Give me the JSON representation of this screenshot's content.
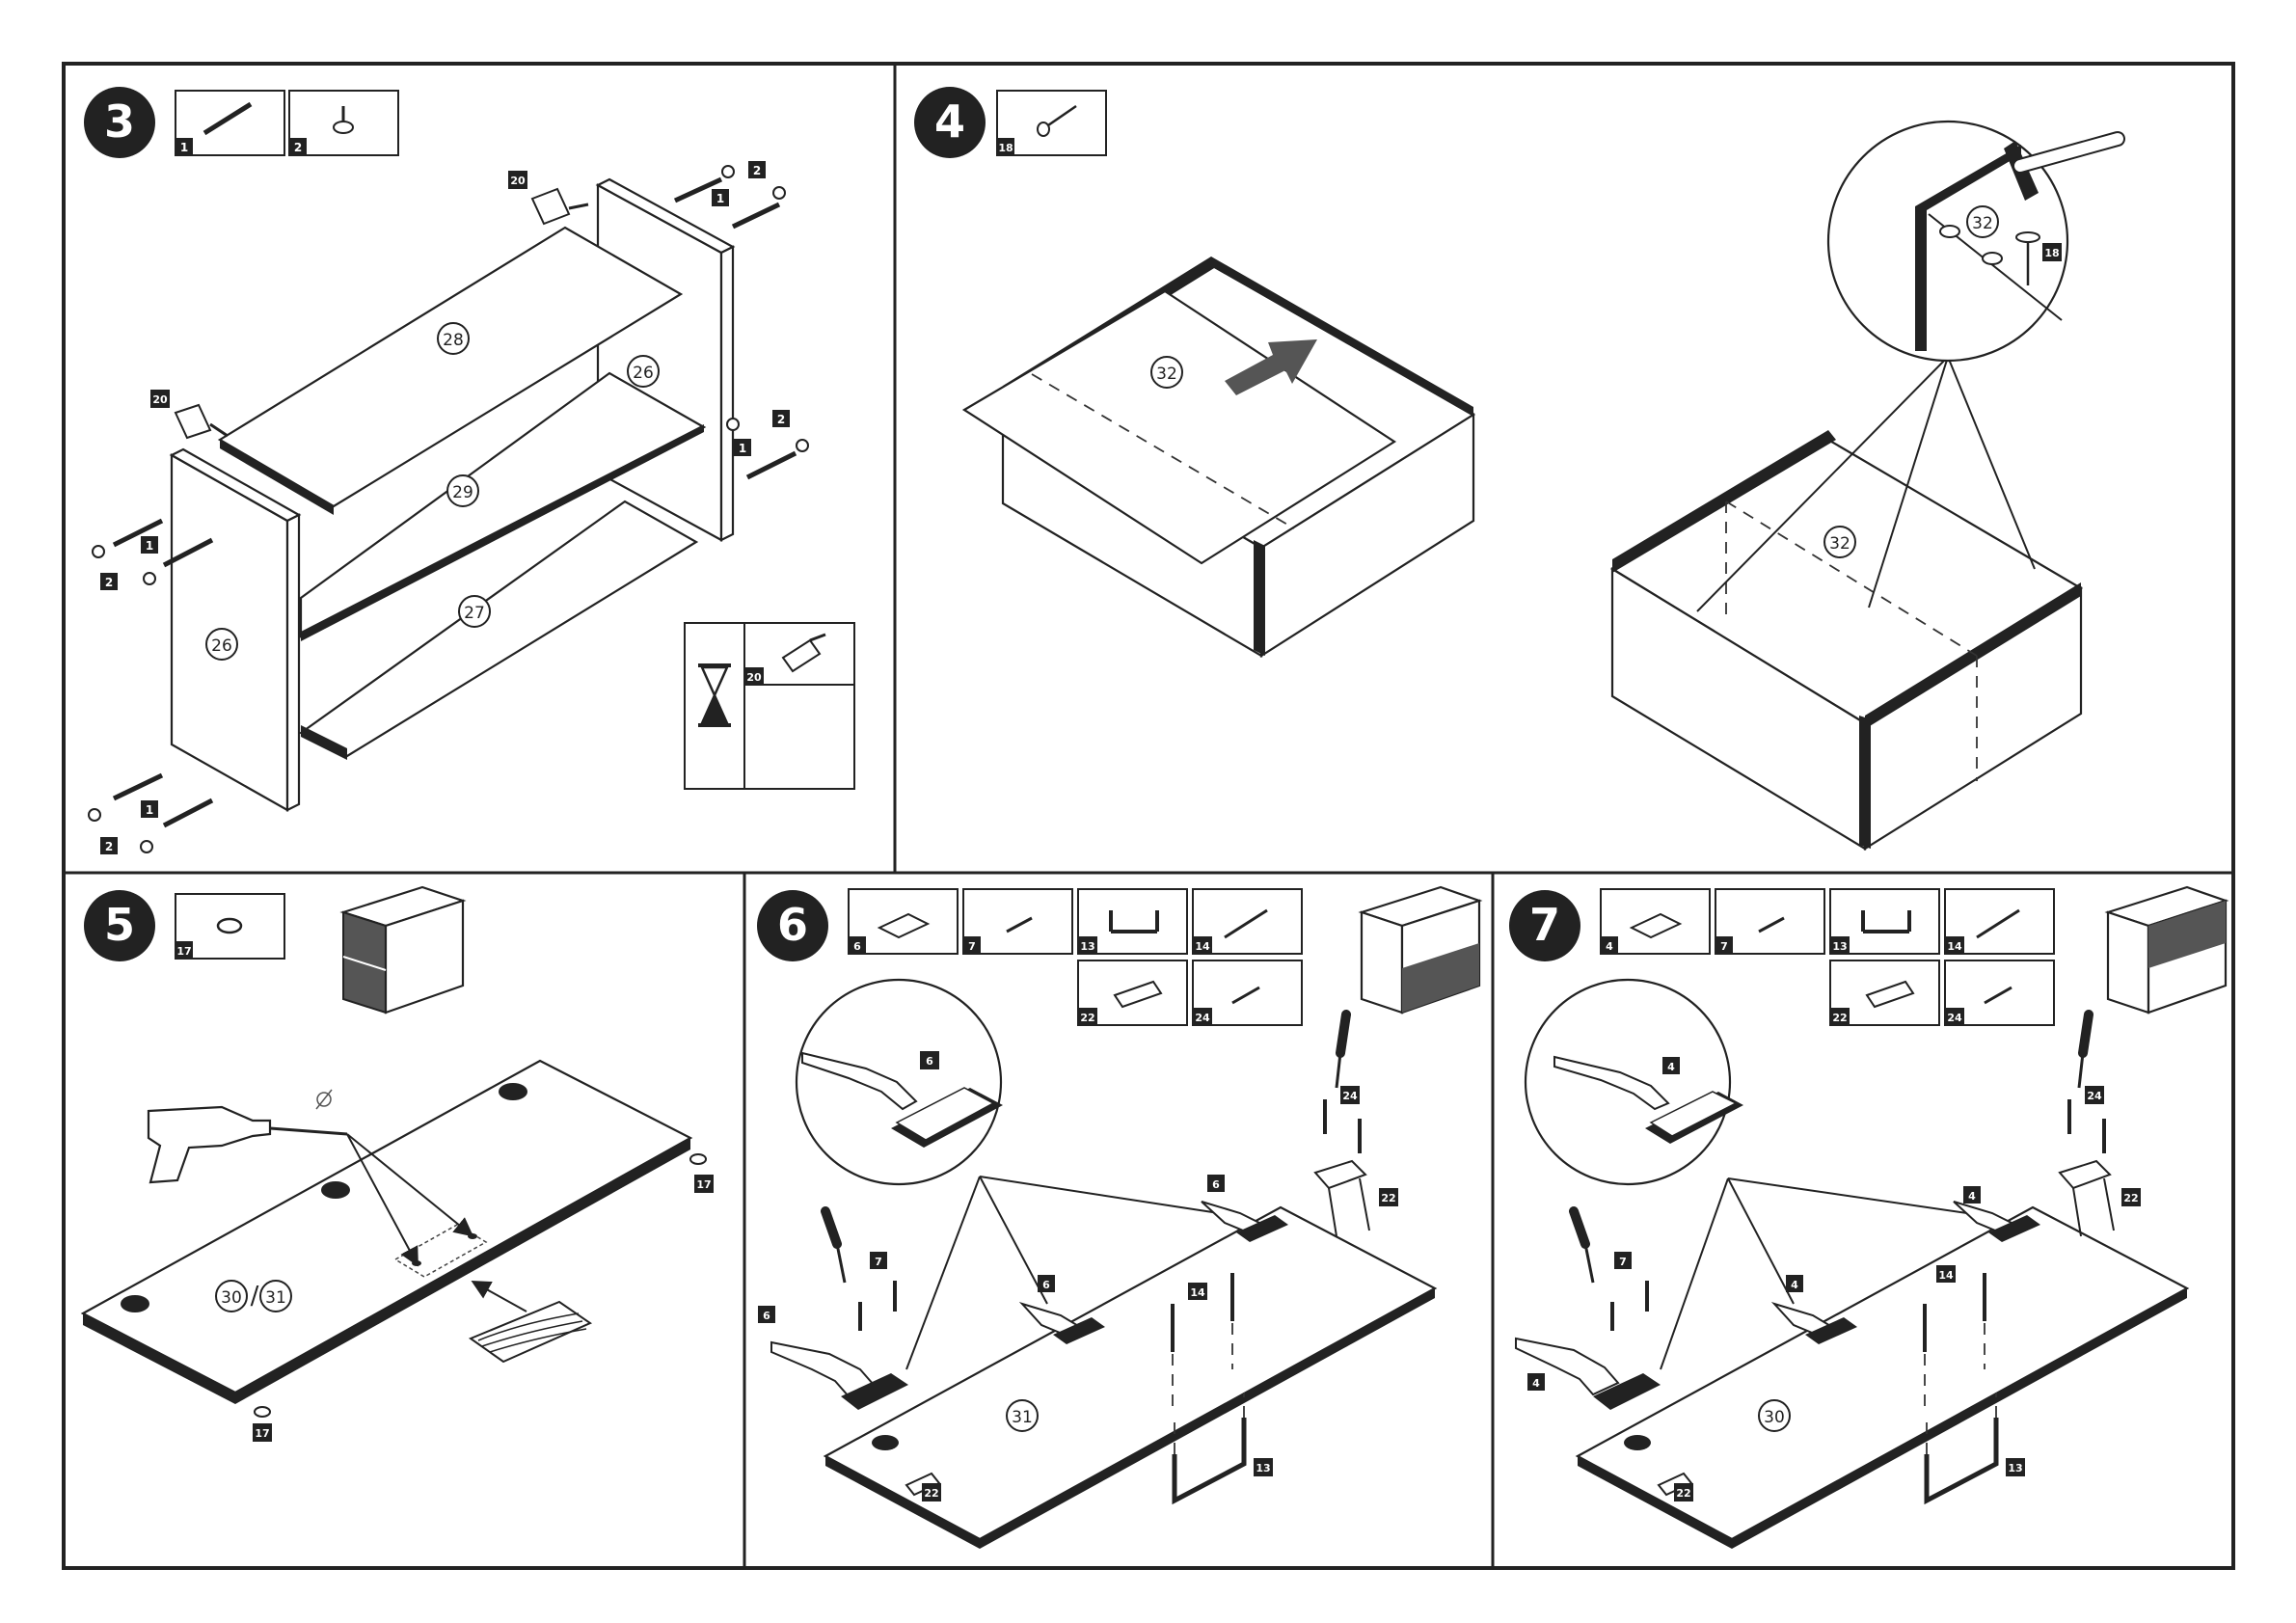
{
  "steps": [
    {
      "number": "3",
      "parts": [
        "1",
        "2"
      ]
    },
    {
      "number": "4",
      "parts": [
        "18"
      ]
    },
    {
      "number": "5",
      "parts": [
        "17"
      ]
    },
    {
      "number": "6",
      "parts": [
        "6",
        "7",
        "13",
        "14",
        "22",
        "24"
      ]
    },
    {
      "number": "7",
      "parts": [
        "4",
        "7",
        "13",
        "14",
        "22",
        "24"
      ]
    }
  ],
  "step3": {
    "panel_28": "28",
    "panel_29": "29",
    "panel_27": "27",
    "panel_26_back": "26",
    "panel_26_front": "26",
    "glue_part": "20",
    "screw_part": "1",
    "cap_part": "2"
  },
  "step4": {
    "panel_32_a": "32",
    "panel_32_b": "32",
    "panel_32_zoom": "32",
    "nail_part": "18"
  },
  "step5": {
    "panel_a": "30",
    "panel_b": "31",
    "separator": "/",
    "foot_part": "17"
  },
  "step6": {
    "panel": "31",
    "hinge_part": "6",
    "screw7": "7",
    "handle": "13",
    "screw14": "14",
    "plate": "22",
    "screw24": "24"
  },
  "step7": {
    "panel": "30",
    "hinge_part": "4",
    "screw7": "7",
    "handle": "13",
    "screw14": "14",
    "plate": "22",
    "screw24": "24"
  },
  "colors": {
    "ink": "#222222",
    "paper": "#ffffff",
    "arrow": "#555555"
  }
}
